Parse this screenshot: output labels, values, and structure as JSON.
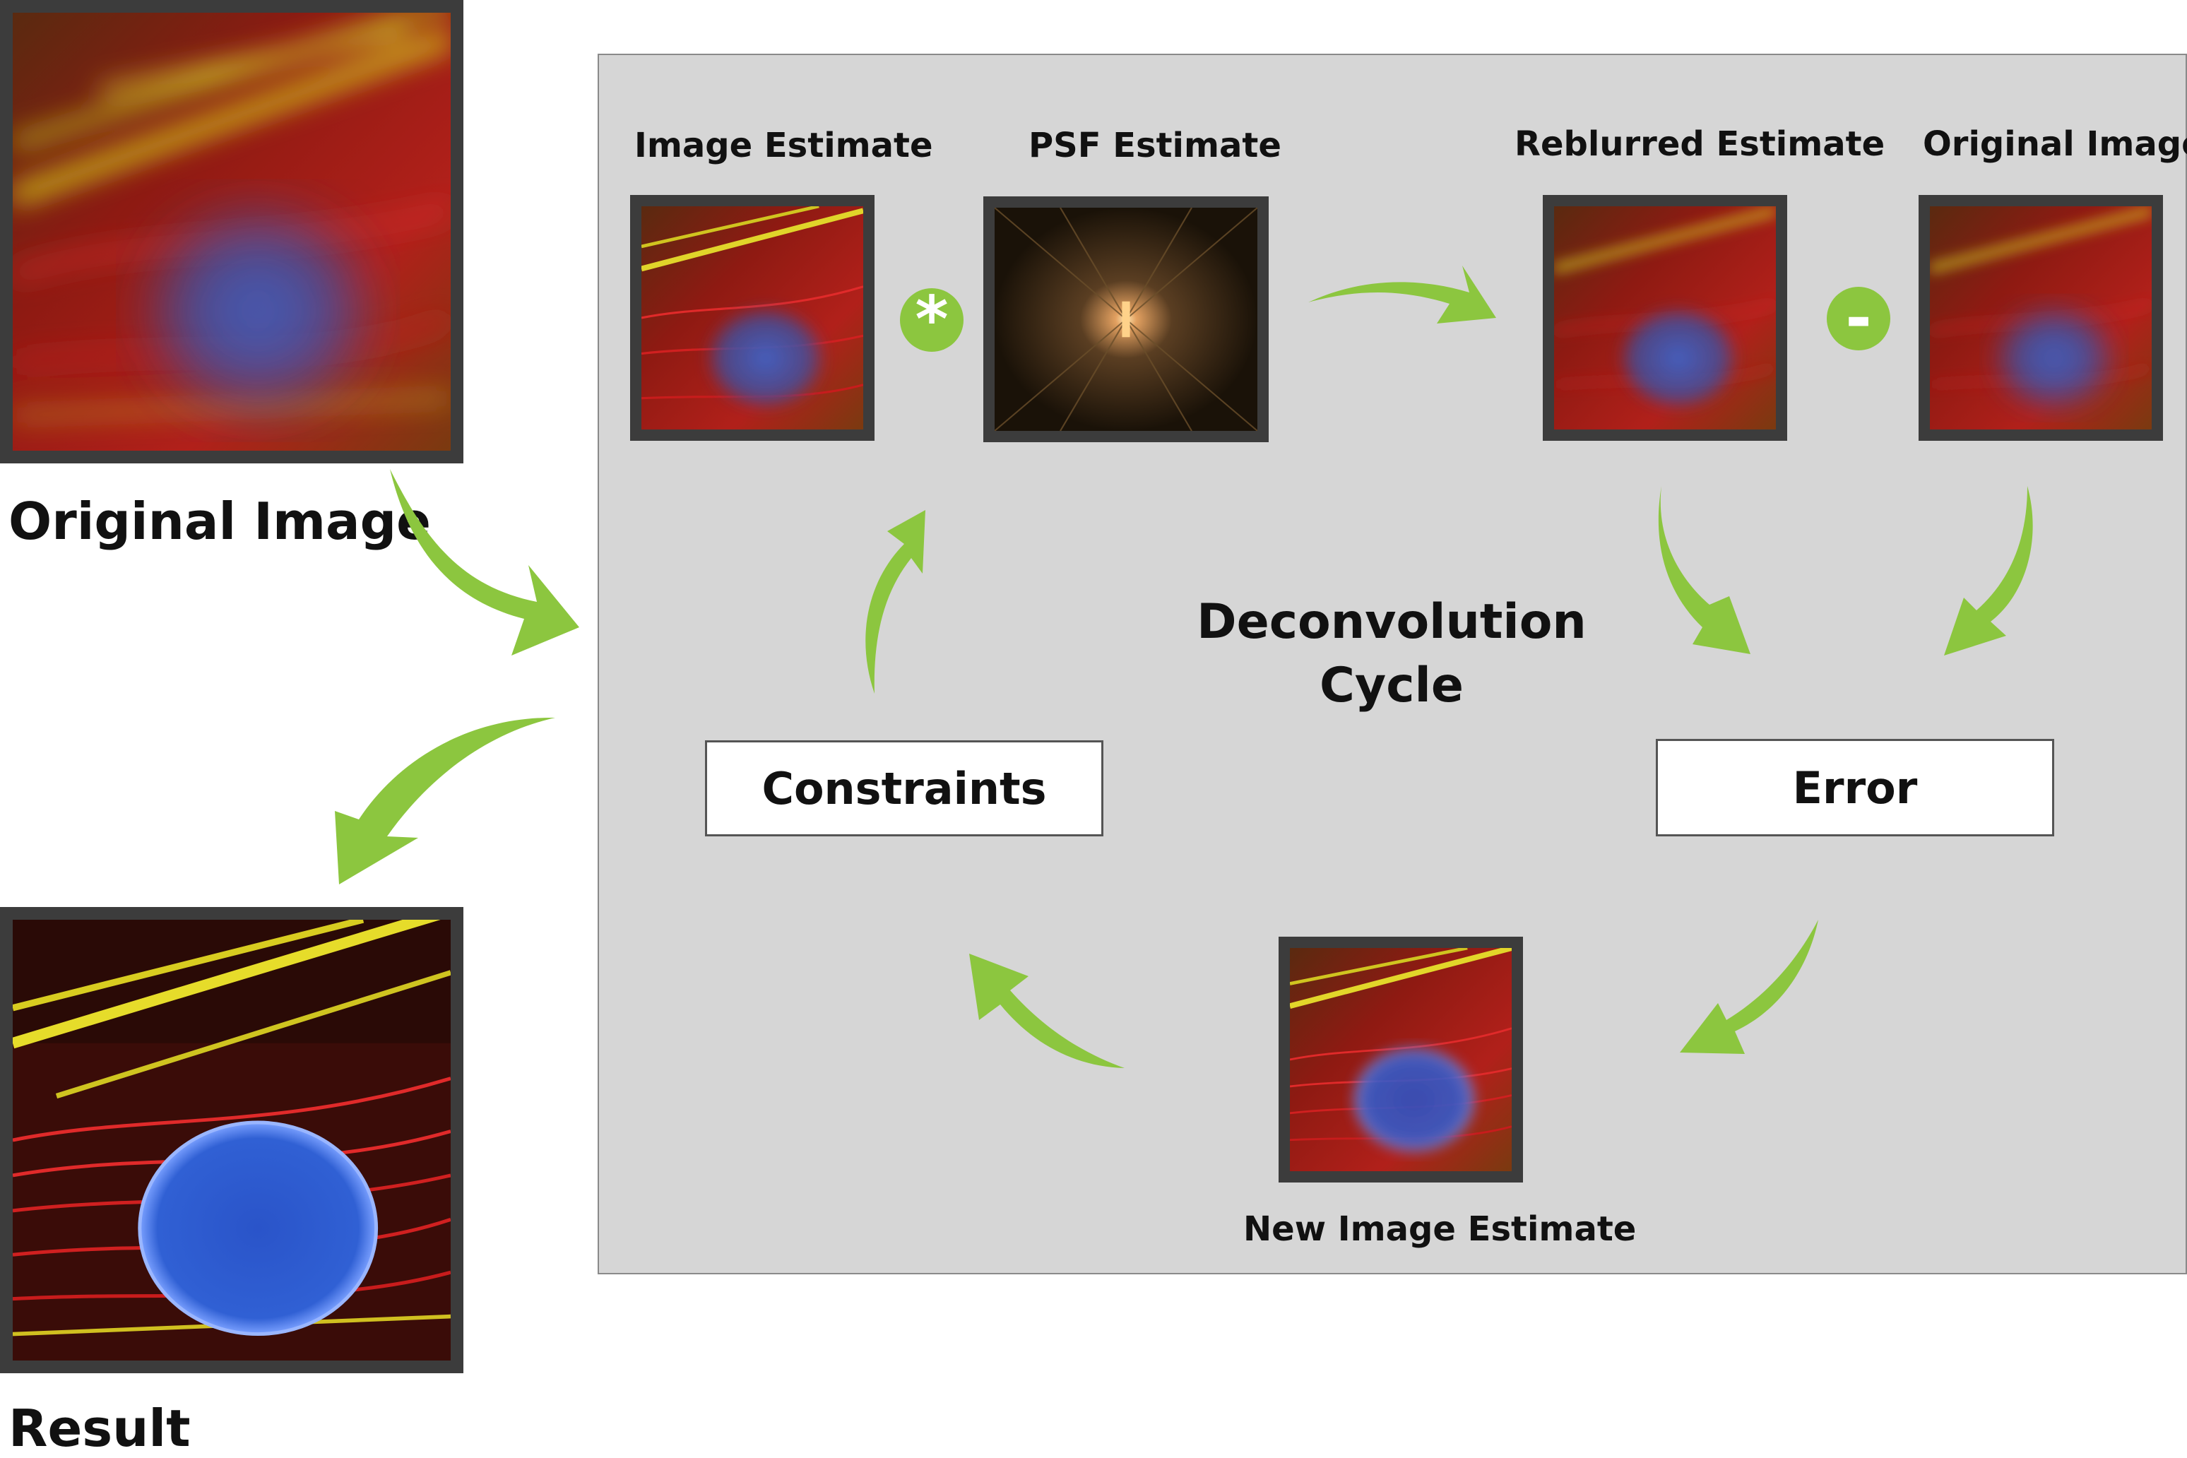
{
  "left": {
    "original_label": "Original Image",
    "result_label": "Result"
  },
  "cycle": {
    "title_line1": "Deconvolution",
    "title_line2": "Cycle",
    "image_estimate_label": "Image Estimate",
    "psf_estimate_label": "PSF Estimate",
    "reblurred_estimate_label": "Reblurred Estimate",
    "original_image_label": "Original Image",
    "new_image_estimate_label": "New Image Estimate",
    "constraints_label": "Constraints",
    "error_label": "Error",
    "convolve_operator": "*",
    "subtract_operator": "-"
  },
  "colors": {
    "arrow_green": "#8cc63f",
    "panel_gray": "#d6d6d6",
    "frame_dark": "#3c3c3c"
  }
}
